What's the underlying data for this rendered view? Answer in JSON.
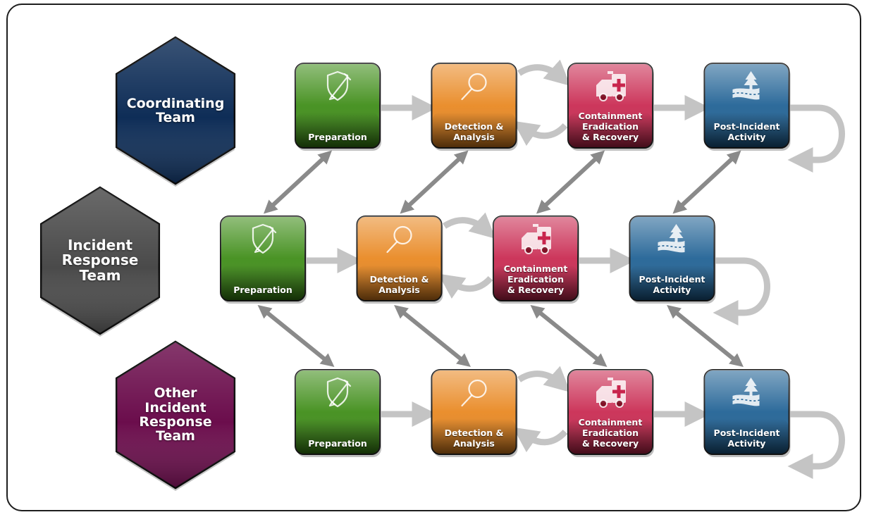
{
  "teams": [
    {
      "id": "coordinating",
      "label": "Coordinating\nTeam",
      "color": "#0e2d57"
    },
    {
      "id": "incident-response",
      "label": "Incident\nResponse\nTeam",
      "color": "#4a4a4a"
    },
    {
      "id": "other-incident-response",
      "label": "Other\nIncident\nResponse\nTeam",
      "color": "#6b0d4c"
    }
  ],
  "phases": [
    {
      "id": "preparation",
      "label": "Preparation",
      "color": "#3a8a12",
      "icon": "shield-pen-icon"
    },
    {
      "id": "detection",
      "label": "Detection &\nAnalysis",
      "color": "#e8851c",
      "icon": "magnifier-icon"
    },
    {
      "id": "containment",
      "label": "Containment\nEradication\n& Recovery",
      "color": "#c8254d",
      "icon": "ambulance-icon"
    },
    {
      "id": "post-incident",
      "label": "Post-Incident\nActivity",
      "color": "#1b5e92",
      "icon": "road-tree-icon"
    }
  ],
  "colors": {
    "flow_arrow": "#c4c4c4",
    "link_arrow": "#8a8a8a",
    "frame": "#1e1e1e"
  }
}
